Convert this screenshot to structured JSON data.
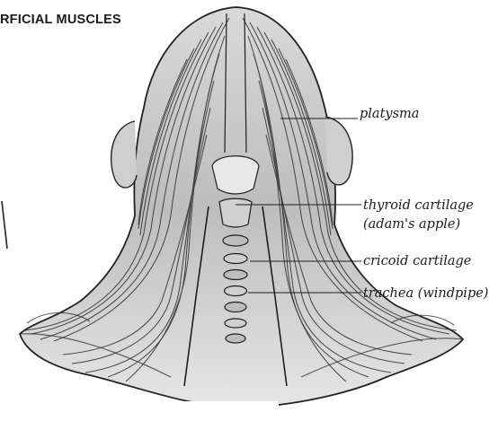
{
  "page": {
    "heading": "RFICIAL MUSCLES"
  },
  "labels": {
    "platysma": "platysma",
    "thyroid_line1": "thyroid cartilage",
    "thyroid_line2": "(adam's apple)",
    "cricoid": "cricoid cartilage",
    "trachea": "trachea (windpipe)"
  },
  "colors": {
    "ink": "#1c1c1c",
    "paper": "#ffffff",
    "shade": "#6a6a6a"
  }
}
